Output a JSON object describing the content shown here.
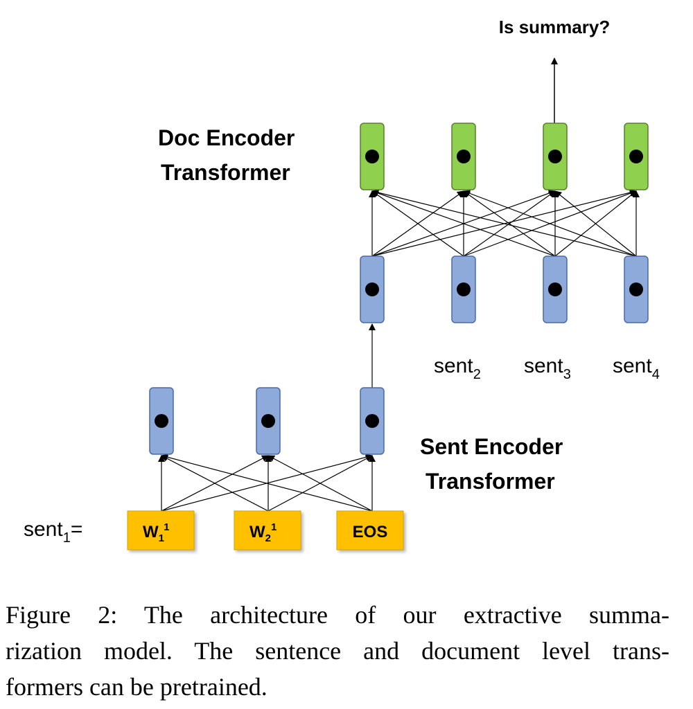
{
  "labels": {
    "top_output": "Is summary?",
    "doc_encoder_line1": "Doc Encoder",
    "doc_encoder_line2": "Transformer",
    "sent_encoder_line1": "Sent Encoder",
    "sent_encoder_line2": "Transformer",
    "sent1": {
      "base": "sent",
      "sub": "1",
      "suffix": "="
    },
    "sent2": {
      "base": "sent",
      "sub": "2"
    },
    "sent3": {
      "base": "sent",
      "sub": "3"
    },
    "sent4": {
      "base": "sent",
      "sub": "4"
    }
  },
  "tokens": [
    {
      "base": "W",
      "sub": "1",
      "sup": "1"
    },
    {
      "base": "W",
      "sub": "2",
      "sup": "1"
    },
    {
      "base": "EOS"
    }
  ],
  "caption": {
    "line1": "Figure 2:  The architecture of our extractive summa-",
    "line2": "rization model. The sentence and document level trans-",
    "line3": "formers can be pretrained."
  },
  "colors": {
    "green_box": "#8fd14f",
    "blue_box": "#8eaadb",
    "yellow_box": "#ffc000",
    "box_stroke": "#4a6aa8"
  }
}
